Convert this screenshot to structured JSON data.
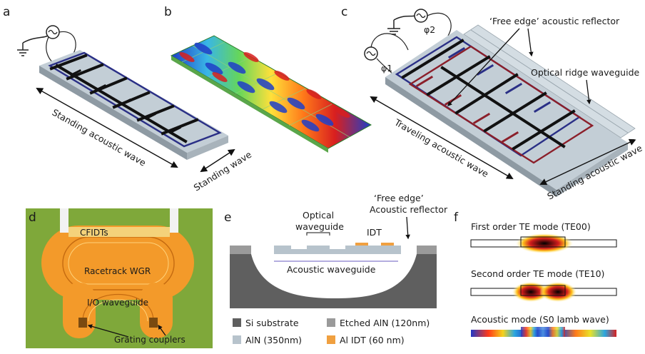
{
  "panels": {
    "a": {
      "letter": "a",
      "axis_label": "Standing acoustic wave"
    },
    "b": {
      "letter": "b",
      "axis_label": "Standing wave"
    },
    "c": {
      "letter": "c",
      "phi1": "φ1",
      "phi2": "φ2",
      "reflector_label": "‘Free edge’ acoustic reflector",
      "waveguide_label": "Optical ridge waveguide",
      "traveling_label": "Traveling acoustic wave",
      "standing_label": "Standing acoustic wave"
    },
    "d": {
      "letter": "d",
      "cfidts": "CFIDTs",
      "racetrack": "Racetrack WGR",
      "io": "I/O waveguide",
      "grating": "Grating couplers"
    },
    "e": {
      "letter": "e",
      "optical_wg_1": "Optical",
      "optical_wg_2": "waveguide",
      "idt": "IDT",
      "free_edge_1": "‘Free edge’",
      "free_edge_2": "Acoustic reflector",
      "acoustic_wg": "Acoustic waveguide",
      "legend": [
        {
          "label": "Si substrate",
          "color": "#5f5f5f"
        },
        {
          "label": "Etched AlN (120nm)",
          "color": "#9a9a9a"
        },
        {
          "label": "AlN (350nm)",
          "color": "#b7c3cc"
        },
        {
          "label": "Al IDT (60 nm)",
          "color": "#f0a040"
        }
      ]
    },
    "f": {
      "letter": "f",
      "mode1": "First order TE mode (TE00)",
      "mode2": "Second order TE mode (TE10)",
      "mode3": "Acoustic mode (S0 lamb wave)"
    }
  },
  "colors": {
    "electrode_black": "#111111",
    "electrode_blue": "#2a2f86",
    "electrode_red": "#8b1f2a",
    "slab": "#b7c3cc",
    "micrograph_bg": "#7fa83a",
    "device_orange": "#f39a2a"
  }
}
